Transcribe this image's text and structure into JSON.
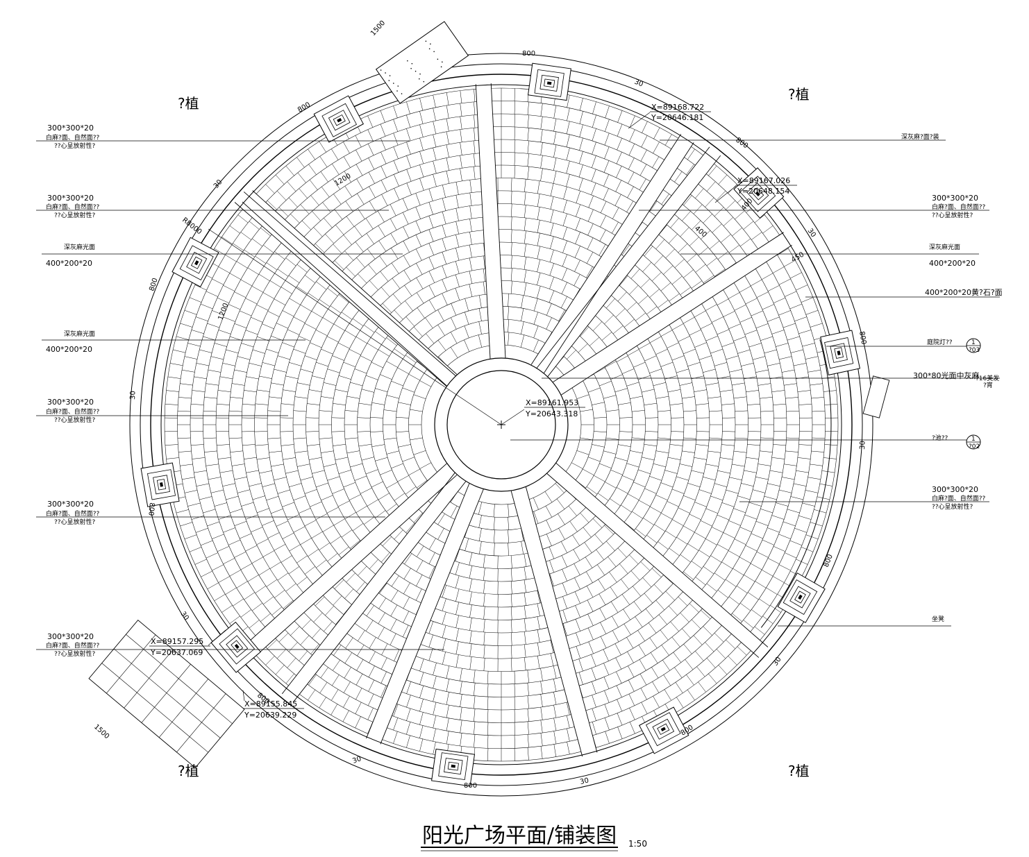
{
  "drawing": {
    "title": "阳光广场平面/铺装图",
    "scale": "1:50",
    "radius_label": "R8000"
  },
  "plant_labels": [
    "?植",
    "?植",
    "?植",
    "?植"
  ],
  "callouts_left": [
    {
      "line1": "300*300*20",
      "line2": "白麻?面、自然面??",
      "line3": "??心呈放射性?"
    },
    {
      "line1": "300*300*20",
      "line2": "白麻?面、自然面??",
      "line3": "??心呈放射性?"
    },
    {
      "line1": "深灰麻光面",
      "line2": "400*200*20"
    },
    {
      "line1": "深灰麻光面",
      "line2": "400*200*20"
    },
    {
      "line1": "300*300*20",
      "line2": "白麻?面、自然面??",
      "line3": "??心呈放射性?"
    },
    {
      "line1": "300*300*20",
      "line2": "白麻?面、自然面??",
      "line3": "??心呈放射性?"
    },
    {
      "line1": "300*300*20",
      "line2": "白麻?面、自然面??",
      "line3": "??心呈放射性?"
    }
  ],
  "callouts_right": [
    {
      "line1": "深灰麻?面?装"
    },
    {
      "line1": "300*300*20",
      "line2": "白麻?面、自然面??",
      "line3": "??心呈放射性?"
    },
    {
      "line1": "深灰麻光面",
      "line2": "400*200*20"
    },
    {
      "line1": "400*200*20黄?石?面"
    },
    {
      "line1": "庭院灯??"
    },
    {
      "line1": "300*80光面中灰麻",
      "line2": "?16美发",
      "line3": "?宵"
    },
    {
      "line1": "?池??"
    },
    {
      "line1": "300*300*20",
      "line2": "白麻?面、自然面??",
      "line3": "??心呈放射性?"
    },
    {
      "line1": "坐凳"
    }
  ],
  "detail_markers": [
    {
      "top": "1",
      "bottom": "?03"
    },
    {
      "top": "1",
      "bottom": "?02"
    }
  ],
  "coordinates": [
    {
      "x": "X=89168.722",
      "y": "Y=20646.181"
    },
    {
      "x": "X=89167.026",
      "y": "Y=20648.154"
    },
    {
      "x": "X=89161.953",
      "y": "Y=20643.318"
    },
    {
      "x": "X=89157.295",
      "y": "Y=20637.069"
    },
    {
      "x": "X=89155.845",
      "y": "Y=20639.229"
    }
  ],
  "dimensions": {
    "d800": "800",
    "d30": "30",
    "d1500": "1500",
    "d1200": "1200",
    "d400": "400",
    "d450": "450"
  }
}
